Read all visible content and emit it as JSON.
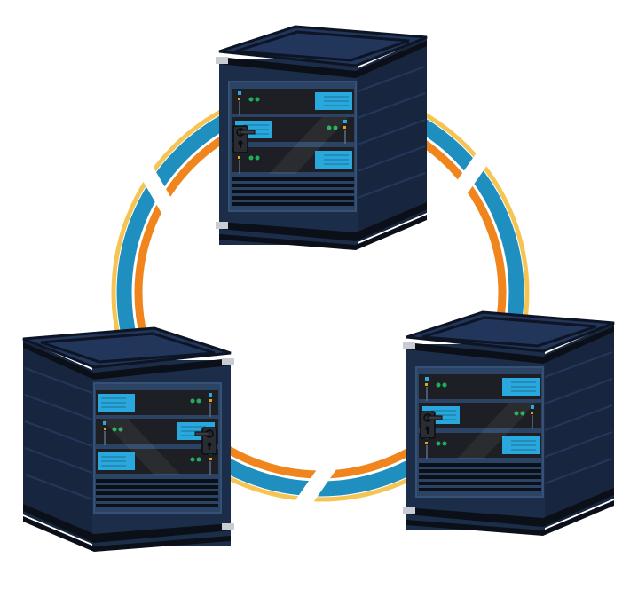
{
  "illustration": {
    "racks": [
      {
        "name": "top",
        "mirrored": false
      },
      {
        "name": "left",
        "mirrored": true
      },
      {
        "name": "right",
        "mirrored": false
      }
    ],
    "colors": {
      "ring_outer": "#f6c453",
      "ring_middle": "#1f8fbf",
      "ring_inner": "#f0851e",
      "rack_body": "#1c2d4a",
      "rack_side": "#17253f",
      "rack_top": "#22355a",
      "panel": "#2b4466",
      "unit": "#1e1f24",
      "screen": "#29a8de",
      "led_green": "#1fae5a",
      "background": "#ffffff"
    }
  }
}
